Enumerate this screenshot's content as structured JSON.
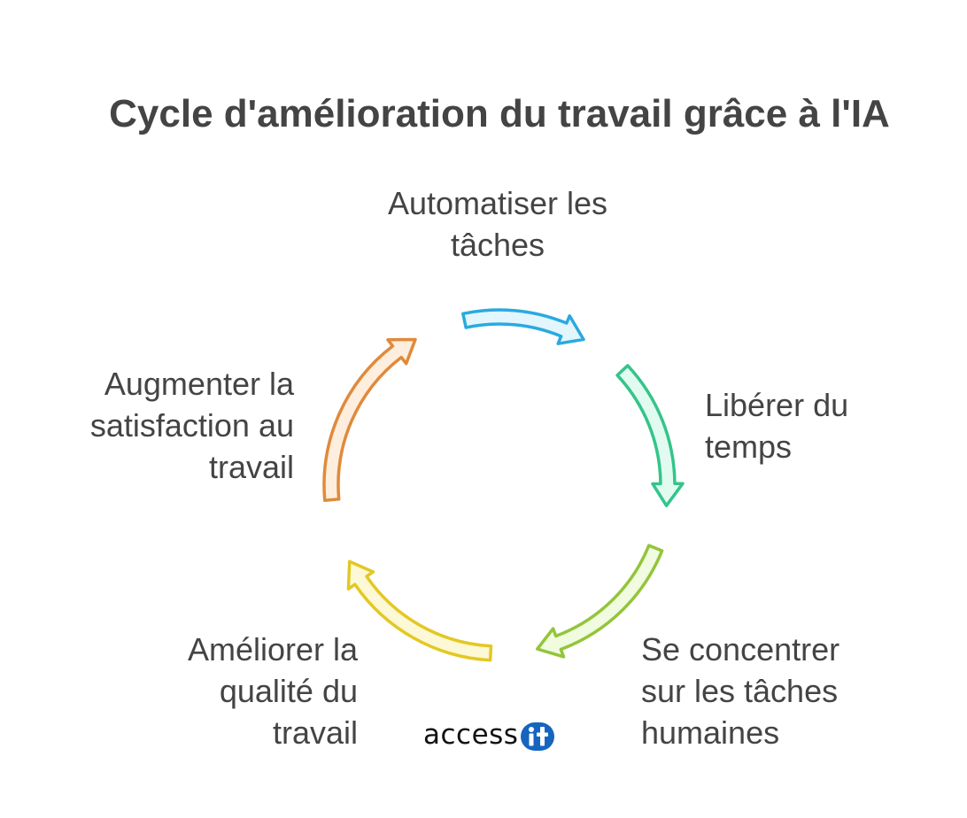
{
  "diagram": {
    "title": "Cycle d'amélioration du travail grâce à l'IA",
    "steps": [
      {
        "line1": "Automatiser les",
        "line2": "tâches",
        "line3": "",
        "color": "#29aadf",
        "fill": "#e4f6fd"
      },
      {
        "line1": "Libérer du",
        "line2": "temps",
        "line3": "",
        "color": "#34c48a",
        "fill": "#e2fbf0"
      },
      {
        "line1": "Se concentrer",
        "line2": "sur les tâches",
        "line3": "humaines",
        "color": "#93c53b",
        "fill": "#f1fbdf"
      },
      {
        "line1": "Améliorer la",
        "line2": "qualité du",
        "line3": "travail",
        "color": "#e3c824",
        "fill": "#fdf8d5"
      },
      {
        "line1": "Augmenter la",
        "line2": "satisfaction au",
        "line3": "travail",
        "color": "#e08a3a",
        "fill": "#fdeede"
      }
    ]
  },
  "logo": {
    "text": "access",
    "badge_text": "it",
    "badge_color": "#1565c0"
  }
}
